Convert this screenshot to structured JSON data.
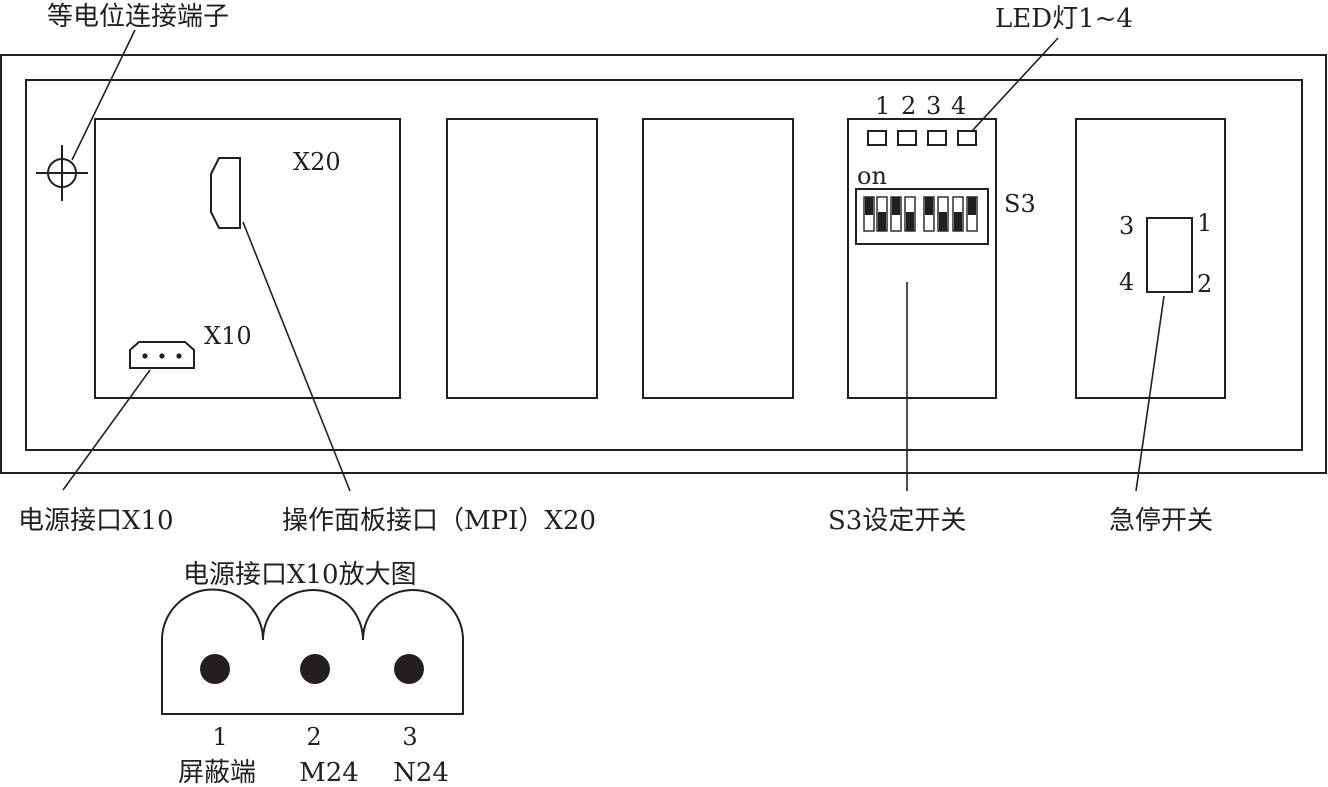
{
  "labels": {
    "equipotential_terminal": "等电位连接端子",
    "led_lamps": "LED灯1~4",
    "led_numbers": [
      "1",
      "2",
      "3",
      "4"
    ],
    "x20_tag": "X20",
    "x10_tag": "X10",
    "s3_tag": "S3",
    "on_text": "on",
    "estop_pins": [
      "3",
      "1",
      "4",
      "2"
    ],
    "power_port": "电源接口X10",
    "panel_port": "操作面板接口（MPI）X20",
    "s3_switch": "S3设定开关",
    "estop_switch": "急停开关"
  },
  "enlarged": {
    "title": "电源接口X10放大图",
    "pins": [
      {
        "number": "1",
        "name": "屏蔽端"
      },
      {
        "number": "2",
        "name": "M24"
      },
      {
        "number": "3",
        "name": "N24"
      }
    ]
  },
  "colors": {
    "ink": "#231f20",
    "background": "#ffffff"
  }
}
